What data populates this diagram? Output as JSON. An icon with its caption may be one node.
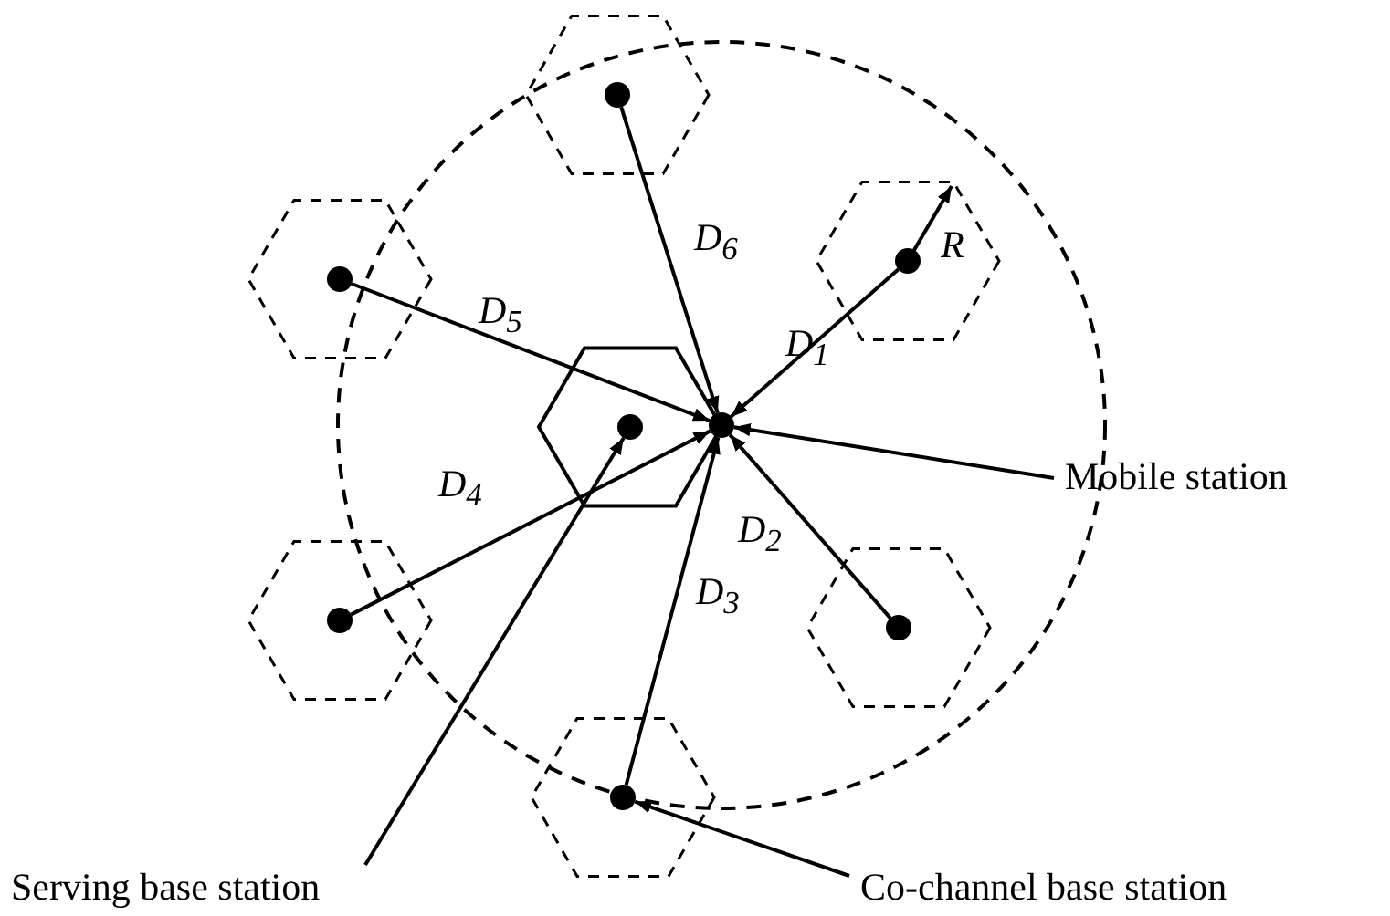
{
  "diagram": {
    "nodes": [
      {
        "text": [],
        "shape": "circle"
      },
      {
        "text": [],
        "shape": "circle"
      },
      {
        "text": [],
        "shape": "circle"
      },
      {
        "text": [],
        "shape": "circle"
      },
      {
        "text": [],
        "shape": "circle"
      },
      {
        "text": [],
        "shape": "circle"
      },
      {
        "text": [],
        "shape": "circle"
      },
      {
        "text": [],
        "shape": "circle"
      },
      {
        "text": [
          "Mobile station"
        ]
      },
      {
        "text": [
          "Serving base station"
        ]
      },
      {
        "text": [
          "Co-channel base station"
        ]
      }
    ],
    "edges": [
      {
        "from": 0,
        "to": 3,
        "arrow": "to",
        "label": "D$_{6}$"
      },
      {
        "from": 1,
        "to": 3,
        "arrow": "to",
        "label": "D$_{1}$"
      },
      {
        "from": 2,
        "to": 3,
        "arrow": "to",
        "label": "D$_{5}$"
      },
      {
        "from": 5,
        "to": 3,
        "arrow": "to",
        "label": "D$_{4}$"
      },
      {
        "from": 6,
        "to": 3,
        "arrow": "to",
        "label": "D$_{2}$"
      },
      {
        "from": 7,
        "to": 3,
        "arrow": "to",
        "label": "D$_{3}$"
      },
      {
        "from": 8,
        "to": 3,
        "arrow": "to"
      },
      {
        "from": 9,
        "to": 4,
        "arrow": "to"
      },
      {
        "from": 10,
        "to": 7,
        "arrow": "to"
      }
    ],
    "labels": [
      "R"
    ]
  }
}
